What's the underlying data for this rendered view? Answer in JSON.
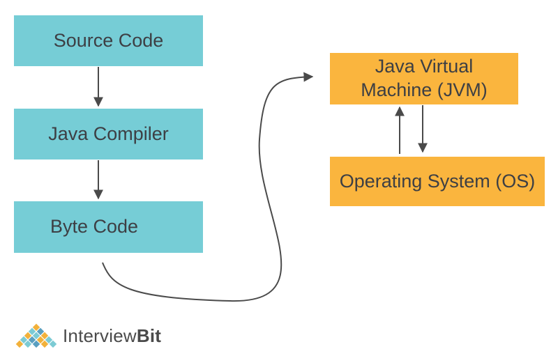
{
  "boxes": {
    "source_code": "Source Code",
    "java_compiler": "Java Compiler",
    "byte_code": "Byte Code",
    "jvm_line1": "Java Virtual",
    "jvm_line2": "Machine (JVM)",
    "os": "Operating System (OS)"
  },
  "colors": {
    "compile_steps": "#76cdd6",
    "runtime": "#fab53e",
    "text": "#3d3f44",
    "arrows": "#4a4a4a"
  },
  "logo": {
    "word_light": "Interview",
    "word_bold": "Bit",
    "icon": "diamond-grid-logo-icon"
  }
}
